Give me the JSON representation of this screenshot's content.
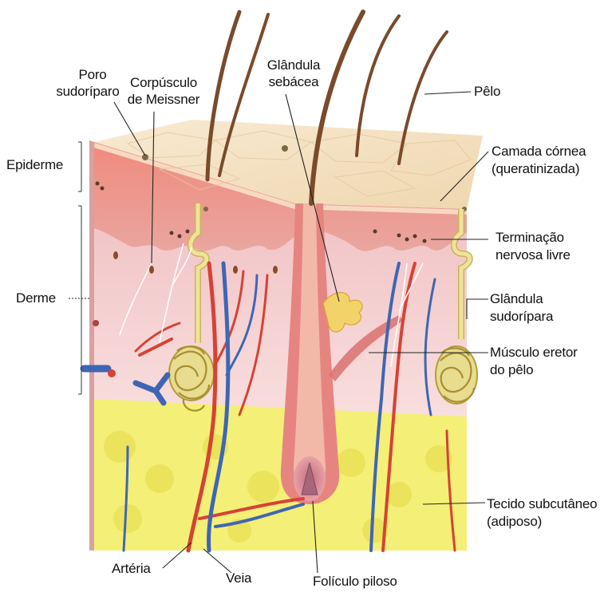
{
  "labels": {
    "poro": [
      "Poro",
      "sudoríparo"
    ],
    "corpusculo": [
      "Corpúsculo",
      "de Meissner"
    ],
    "glandula_sebacea": [
      "Glândula",
      "sebácea"
    ],
    "pelo": "Pêlo",
    "epiderme": "Epiderme",
    "camada_cornea": [
      "Camada córnea",
      "(queratinizada)"
    ],
    "terminacao": [
      "Terminação",
      "nervosa livre"
    ],
    "derme": "Derme",
    "glandula_sudoripara": [
      "Glândula",
      "sudorípara"
    ],
    "musculo": [
      "Músculo eretor",
      "do pêlo"
    ],
    "tecido": [
      "Tecido subcutâneo",
      "(adiposo)"
    ],
    "arteria": "Artéria",
    "veia": "Veia",
    "foliculo": "Folículo piloso"
  },
  "colors": {
    "epidermis": "#f6e3c6",
    "epidermis_side": "#e8847a",
    "dermis": "#f6d3d3",
    "fat": "#f3ee72",
    "artery": "#d64234",
    "vein": "#3f66b4",
    "hair": "#7a4a2b",
    "gland": "#e6d98c",
    "nerve": "#ffffff"
  }
}
